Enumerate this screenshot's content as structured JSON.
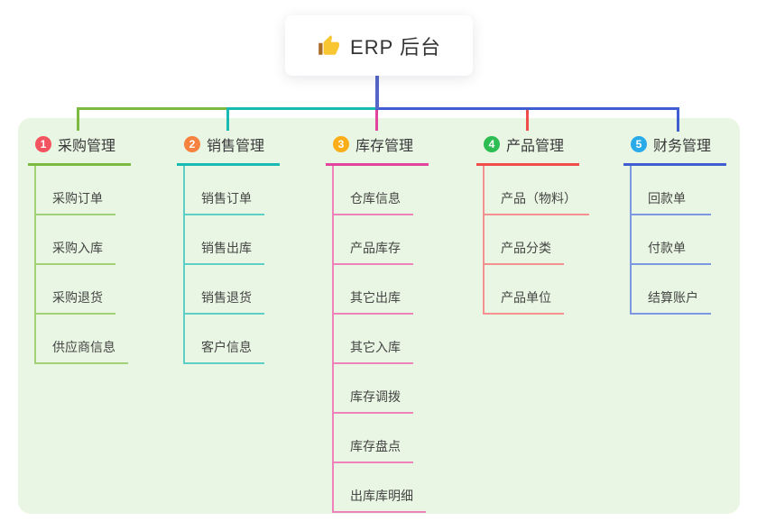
{
  "root": {
    "label": "ERP 后台",
    "icon": "thumbs-up-icon"
  },
  "colors": {
    "panel_bg": "#e9f6e3",
    "root_connector": "#5566c8",
    "icon_hand": "#f7c631",
    "icon_sleeve": "#aa6d28"
  },
  "branches": [
    {
      "number": "1",
      "label": "采购管理",
      "badge_color": "#f25560",
      "line_color": "#7dba40",
      "child_line_color": "#a2d178",
      "children": [
        "采购订单",
        "采购入库",
        "采购退货",
        "供应商信息"
      ]
    },
    {
      "number": "2",
      "label": "销售管理",
      "badge_color": "#f6823f",
      "line_color": "#19bab1",
      "child_line_color": "#5ecfc6",
      "children": [
        "销售订单",
        "销售出库",
        "销售退货",
        "客户信息"
      ]
    },
    {
      "number": "3",
      "label": "库存管理",
      "badge_color": "#fbae19",
      "line_color": "#e2439c",
      "child_line_color": "#ef82bb",
      "children": [
        "仓库信息",
        "产品库存",
        "其它出库",
        "其它入库",
        "库存调拨",
        "库存盘点",
        "出库库明细"
      ]
    },
    {
      "number": "4",
      "label": "产品管理",
      "badge_color": "#2ebd52",
      "line_color": "#f14c4c",
      "child_line_color": "#f79090",
      "children": [
        "产品（物料）",
        "产品分类",
        "产品单位"
      ]
    },
    {
      "number": "5",
      "label": "财务管理",
      "badge_color": "#29abe9",
      "line_color": "#3f5ed2",
      "child_line_color": "#7d97e0",
      "children": [
        "回款单",
        "付款单",
        "结算账户"
      ]
    }
  ]
}
